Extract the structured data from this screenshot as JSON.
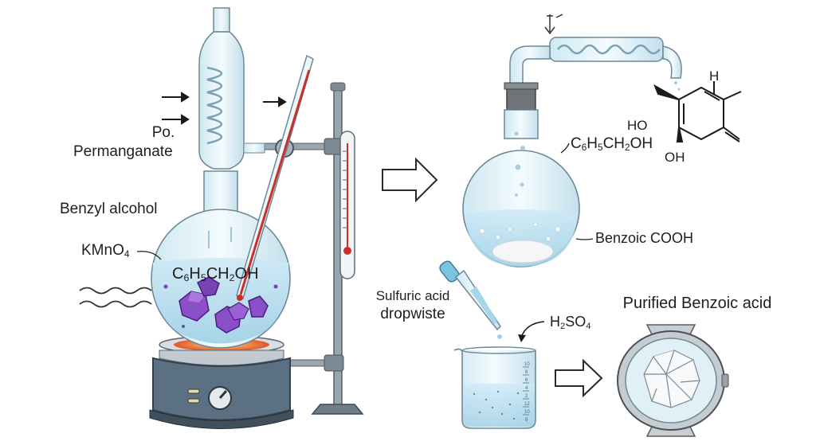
{
  "labels": {
    "po": "Po.",
    "permanganate": "Permanganate",
    "benzyl_alcohol": "Benzyl alcohol",
    "kmno4": {
      "a": "KMnO",
      "b": "4"
    },
    "flask_formula": {
      "a": "C",
      "b": "6",
      "c": "H",
      "d": "5",
      "e": "CH",
      "f": "2",
      "g": "OH"
    },
    "right_formula": {
      "a": "C",
      "b": "6",
      "c": "H",
      "d": "5",
      "e": "CH",
      "f": "2",
      "g": "OH"
    },
    "benzoic_cooh": "Benzoic COOH",
    "sulfuric_acid": "Sulfuric acid",
    "dropwiste": "dropwiste",
    "h2so4": {
      "a": "H",
      "b": "2",
      "c": "SO",
      "d": "4"
    },
    "purified": "Purified Benzoic acid",
    "mol_h": "H",
    "mol_ho": "HO",
    "mol_oh": "OH"
  },
  "beaker_ticks": [
    "10",
    "8",
    "6",
    "4",
    "2",
    "12",
    "10",
    "8",
    "6",
    "4"
  ],
  "colors": {
    "glass": "#d6eef6",
    "liquid": "#c7e6f3",
    "crystal_purple": "#8a4fc9",
    "thermo_red": "#c8312b",
    "hotplate_body": "#5b7183",
    "stand_gray": "#8d99a3"
  },
  "icons": [
    "arrow-right-icon",
    "wavy-heat-icon",
    "hollow-arrow-icon",
    "crystal-icon"
  ]
}
